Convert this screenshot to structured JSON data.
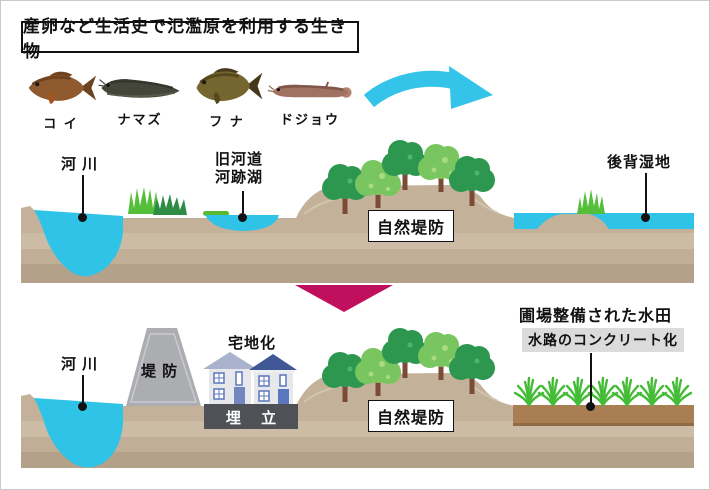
{
  "title": {
    "text": "産卵など生活史で氾濫原を利用する生き物"
  },
  "fish": [
    {
      "name": "コ イ"
    },
    {
      "name": "ナマズ"
    },
    {
      "name": "フ ナ"
    },
    {
      "name": "ドジョウ"
    }
  ],
  "top_panel": {
    "river_label": "河 川",
    "old_channel_line1": "旧河道",
    "old_channel_line2": "河跡湖",
    "natural_levee_label": "自然堤防",
    "backswamp_label": "後背湿地"
  },
  "bottom_panel": {
    "river_label": "河 川",
    "levee_label": "堤 防",
    "residential_label": "宅地化",
    "landfill_label": "埋 立",
    "natural_levee_label": "自然堤防",
    "paddy_label": "圃場整備された水田",
    "concrete_channel_label": "水路のコンクリート化"
  },
  "colors": {
    "water": "#2FC3E8",
    "flow_arrow": "#35C4E9",
    "change_arrow": "#C00F5C",
    "ground": "#C3B199",
    "tree_dark": "#2D9750",
    "tree_light": "#79C55F",
    "grass": "#55BE3A",
    "paddy_soil": "#A87E52",
    "levee_gray": "#ACADB1",
    "landfill_dark": "#4E5257",
    "roof_dark_blue": "#3F5795",
    "roof_pale_blue": "#A9B3CD",
    "label_highlight_bg": "#DBDBDB"
  }
}
